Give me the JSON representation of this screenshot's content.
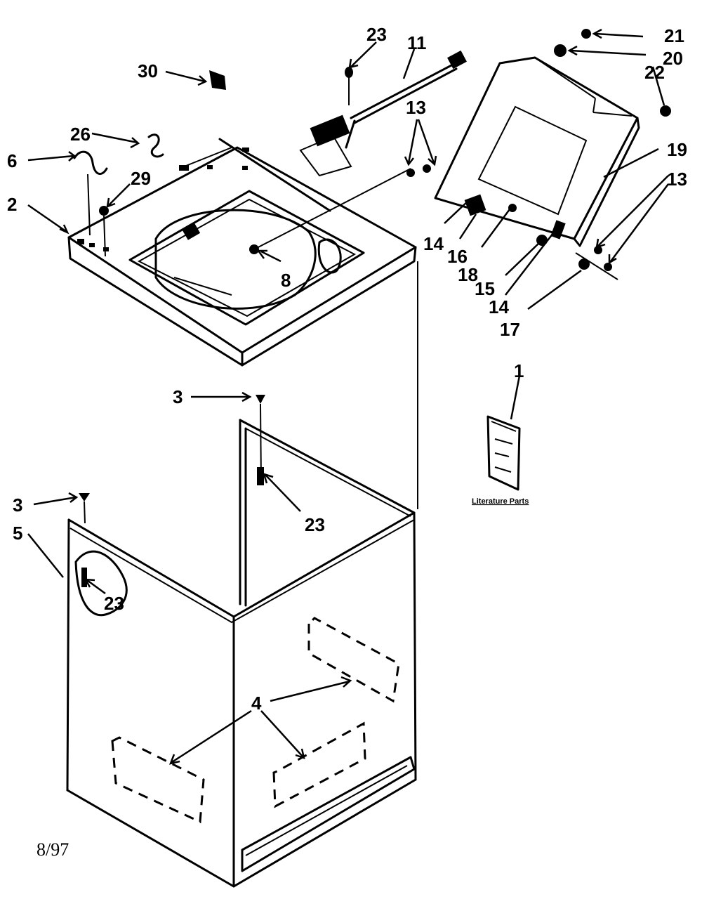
{
  "diagram": {
    "callouts": {
      "c1": "1",
      "c2": "2",
      "c3a": "3",
      "c3b": "3",
      "c4": "4",
      "c5": "5",
      "c6": "6",
      "c8": "8",
      "c11": "11",
      "c13a": "13",
      "c13b": "13",
      "c14a": "14",
      "c14b": "14",
      "c15": "15",
      "c16": "16",
      "c17": "17",
      "c18": "18",
      "c19": "19",
      "c20": "20",
      "c21": "21",
      "c22": "22",
      "c23a": "23",
      "c23b": "23",
      "c23c": "23",
      "c26": "26",
      "c29": "29",
      "c30": "30"
    },
    "literature_label": "Literature Parts",
    "date_code": "8/97"
  },
  "colors": {
    "ink": "#000000",
    "paper": "#ffffff"
  }
}
